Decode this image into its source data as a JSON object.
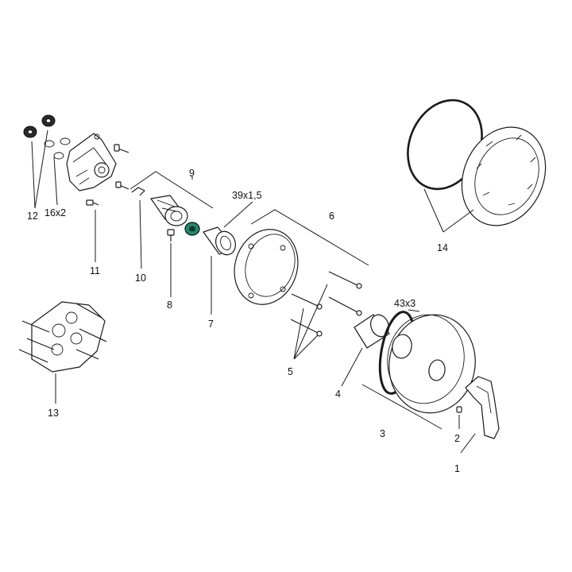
{
  "labels": {
    "l1": "1",
    "l2": "2",
    "l3": "3",
    "l4": "4",
    "l5": "5",
    "l6": "6",
    "l7": "7",
    "l8": "8",
    "l9": "9",
    "l10": "10",
    "l11": "11",
    "l12": "12",
    "l13": "13",
    "l14": "14",
    "l16x2": "16x2",
    "l39x15": "39x1,5",
    "l43x3": "43x3"
  },
  "colors": {
    "ink": "#1a1a1a",
    "cartridge_accent": "#1f8a6a"
  }
}
